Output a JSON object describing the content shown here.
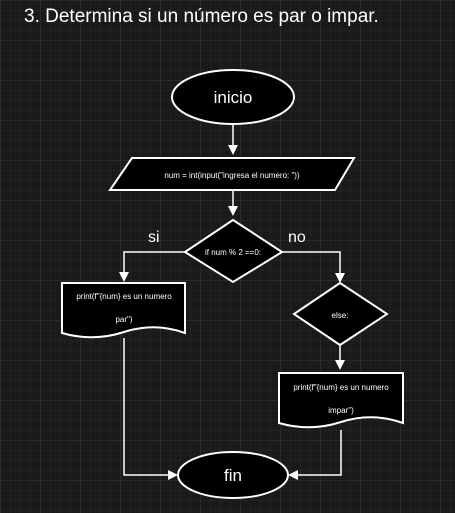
{
  "title": "3.  Determina si un número es par o impar.",
  "diagram": {
    "start": "inicio",
    "input": "num = int(input(\"ingresa el numero: \"))",
    "condition": "if num % 2 ==0:",
    "yes_label": "si",
    "no_label": "no",
    "print_par_line1": "print(f\"{num} es un numero",
    "print_par_line2": "par\")",
    "else": "else:",
    "print_impar_line1": "print(f\"{num} es un numero",
    "print_impar_line2": "impar\")",
    "end": "fin"
  },
  "colors": {
    "background": "#1a1a1a",
    "shape_fill": "#000000",
    "stroke": "#ffffff",
    "text": "#ffffff"
  }
}
